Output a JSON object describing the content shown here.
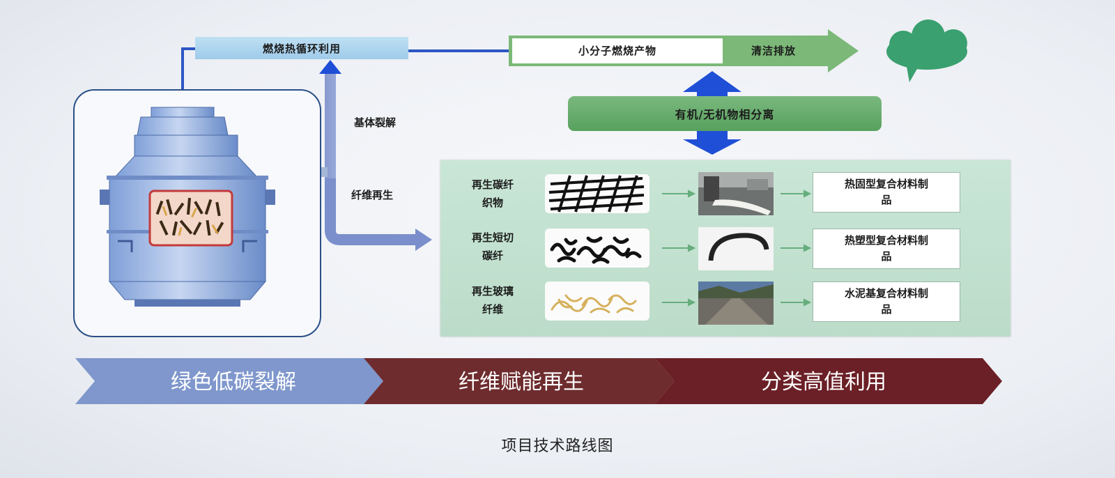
{
  "diagram": {
    "heat_cycle": "燃烧热循环利用",
    "small_molecule_products": "小分子燃烧产物",
    "clean_emission": "清洁排放",
    "phase_separation": "有机/无机物相分离",
    "matrix_cracking": "基体裂解",
    "fiber_regeneration": "纤维再生",
    "rows": [
      {
        "material": "再生碳纤\n织物",
        "product": "热固型复合材料制\n品"
      },
      {
        "material": "再生短切\n碳纤",
        "product": "热塑型复合材料制\n品"
      },
      {
        "material": "再生玻璃\n纤维",
        "product": "水泥基复合材料制\n品"
      }
    ],
    "stages": [
      "绿色低碳裂解",
      "纤维赋能再生",
      "分类高值利用"
    ],
    "caption": "项目技术路线图"
  },
  "colors": {
    "stage_1": "#7f97cc",
    "stage_2": "#6e2c2e",
    "stage_3": "#6b1f26",
    "arrow_blue": "#1f4fd6",
    "pipe_blue": "#2c56c4",
    "green_arrow": "#74b26f",
    "cloud_green": "#3aa270",
    "panel_green": "#c3e2d0"
  }
}
